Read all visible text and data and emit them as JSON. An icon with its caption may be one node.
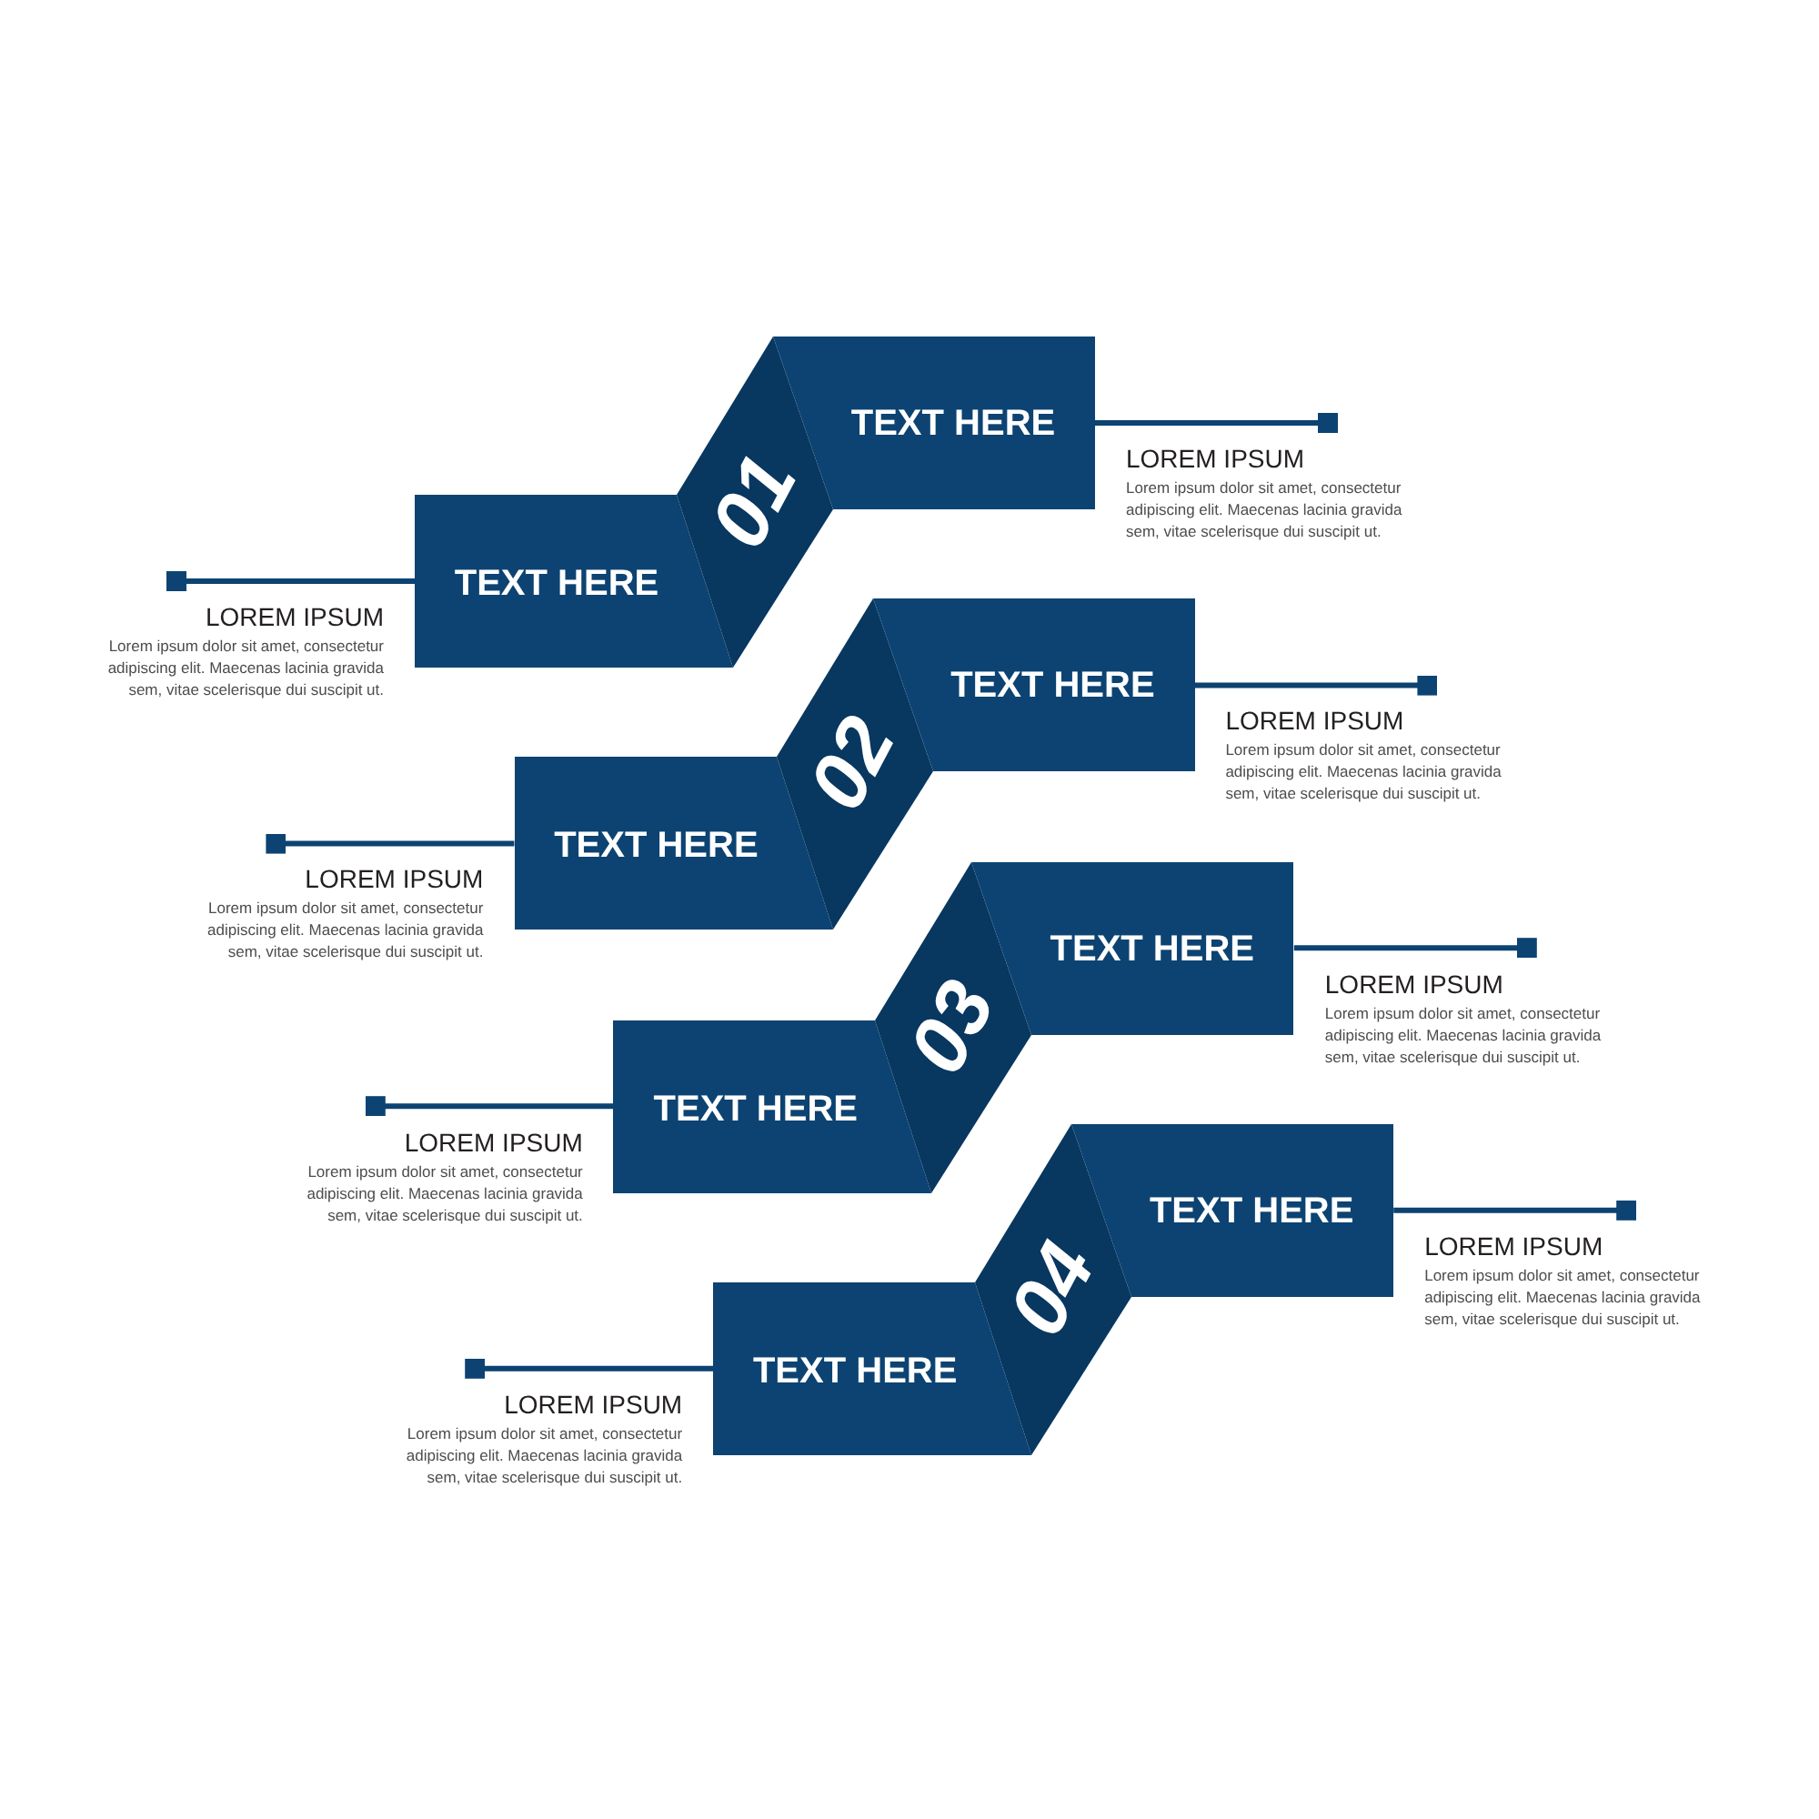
{
  "diagram": {
    "nodes": [
      {
        "text": [
          "LOREM IPSUM",
          "Lorem ipsum dolor sit amet, consectetur adipiscing elit. Maecenas lacinia gravida sem, vitae scelerisque dui suscipit ut."
        ]
      },
      {
        "text": [
          "TEXT HERE"
        ]
      },
      {
        "text": [
          "01"
        ]
      },
      {
        "text": [
          "TEXT HERE"
        ]
      },
      {
        "text": [
          "LOREM IPSUM",
          "Lorem ipsum dolor sit amet, consectetur adipiscing elit. Maecenas lacinia gravida sem, vitae scelerisque dui suscipit ut."
        ]
      },
      {
        "text": [
          "LOREM IPSUM",
          "Lorem ipsum dolor sit amet, consectetur adipiscing elit. Maecenas lacinia gravida sem, vitae scelerisque dui suscipit ut."
        ]
      },
      {
        "text": [
          "TEXT HERE"
        ]
      },
      {
        "text": [
          "02"
        ]
      },
      {
        "text": [
          "TEXT HERE"
        ]
      },
      {
        "text": [
          "LOREM IPSUM",
          "Lorem ipsum dolor sit amet, consectetur adipiscing elit. Maecenas lacinia gravida sem, vitae scelerisque dui suscipit ut."
        ]
      },
      {
        "text": [
          "LOREM IPSUM",
          "Lorem ipsum dolor sit amet, consectetur adipiscing elit. Maecenas lacinia gravida sem, vitae scelerisque dui suscipit ut."
        ]
      },
      {
        "text": [
          "TEXT HERE"
        ]
      },
      {
        "text": [
          "03"
        ]
      },
      {
        "text": [
          "TEXT HERE"
        ]
      },
      {
        "text": [
          "LOREM IPSUM",
          "Lorem ipsum dolor sit amet, consectetur adipiscing elit. Maecenas lacinia gravida sem, vitae scelerisque dui suscipit ut."
        ]
      },
      {
        "text": [
          "LOREM IPSUM",
          "Lorem ipsum dolor sit amet, consectetur adipiscing elit. Maecenas lacinia gravida sem, vitae scelerisque dui suscipit ut."
        ]
      },
      {
        "text": [
          "TEXT HERE"
        ]
      },
      {
        "text": [
          "04"
        ]
      },
      {
        "text": [
          "TEXT HERE"
        ]
      },
      {
        "text": [
          "LOREM IPSUM",
          "Lorem ipsum dolor sit amet, consectetur adipiscing elit. Maecenas lacinia gravida sem, vitae scelerisque dui suscipit ut."
        ]
      }
    ],
    "edges": [
      {
        "from": 1,
        "to": 0,
        "arrow": "other"
      },
      {
        "from": 3,
        "to": 4,
        "arrow": "other"
      },
      {
        "from": 6,
        "to": 5,
        "arrow": "other"
      },
      {
        "from": 8,
        "to": 9,
        "arrow": "other"
      },
      {
        "from": 11,
        "to": 10,
        "arrow": "other"
      },
      {
        "from": 13,
        "to": 14,
        "arrow": "other"
      },
      {
        "from": 16,
        "to": 15,
        "arrow": "other"
      },
      {
        "from": 18,
        "to": 19,
        "arrow": "other"
      }
    ]
  }
}
